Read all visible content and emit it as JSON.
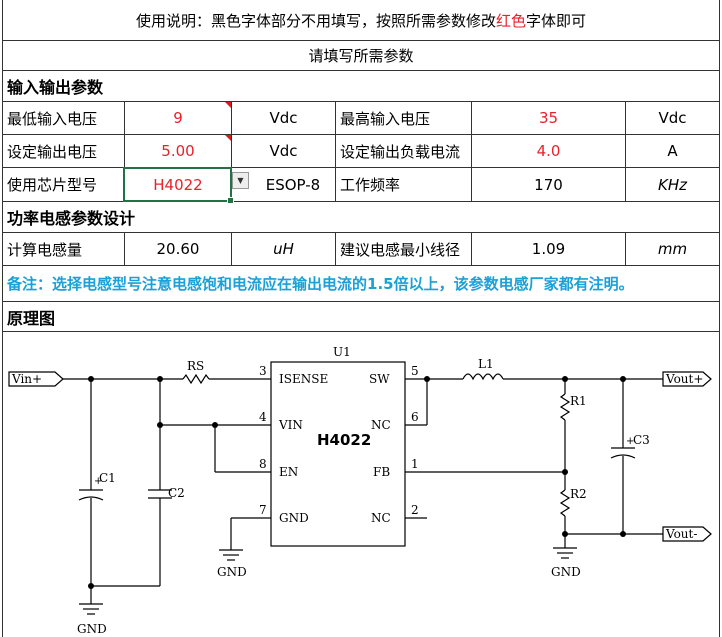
{
  "instruction": {
    "prefix": "使用说明：黑色字体部分不用填写，按照所需参数修改",
    "red_word": "红色",
    "suffix": "字体即可"
  },
  "fill_header": "请填写所需参数",
  "section_io": "输入输出参数",
  "io_rows": [
    {
      "label1": "最低输入电压",
      "value1": "9",
      "unit1": "Vdc",
      "label2": "最高输入电压",
      "value2": "35",
      "unit2": "Vdc"
    },
    {
      "label1": "设定输出电压",
      "value1": "5.00",
      "unit1": "Vdc",
      "label2": "设定输出负载电流",
      "value2": "4.0",
      "unit2": "A"
    },
    {
      "label1": "使用芯片型号",
      "value1": "H4022",
      "unit1": "ESOP-8",
      "label2": "工作频率",
      "value2": "170",
      "unit2": "KHz"
    }
  ],
  "section_inductor": "功率电感参数设计",
  "inductor_row": {
    "label1": "计算电感量",
    "value1": "20.60",
    "unit1": "uH",
    "label2": "建议电感最小线径",
    "value2": "1.09",
    "unit2": "mm"
  },
  "note": "备注：选择电感型号注意电感饱和电流应在输出电流的1.5倍以上，该参数电感厂家都有注明。",
  "section_schematic": "原理图",
  "schematic": {
    "chip_ref": "U1",
    "chip_name": "H4022",
    "pins": {
      "isense": "ISENSE",
      "vin": "VIN",
      "en": "EN",
      "gnd": "GND",
      "sw": "SW",
      "nc1": "NC",
      "fb": "FB",
      "nc2": "NC"
    },
    "pin_numbers": {
      "p3": "3",
      "p4": "4",
      "p8": "8",
      "p7": "7",
      "p5": "5",
      "p6": "6",
      "p1": "1",
      "p2": "2"
    },
    "components": {
      "rs": "RS",
      "c1": "C1",
      "c2": "C2",
      "l1": "L1",
      "r1": "R1",
      "r2": "R2",
      "c3": "C3"
    },
    "ports": {
      "vin": "Vin+",
      "vout_pos": "Vout+",
      "vout_neg": "Vout-"
    },
    "gnd_label": "GND"
  }
}
